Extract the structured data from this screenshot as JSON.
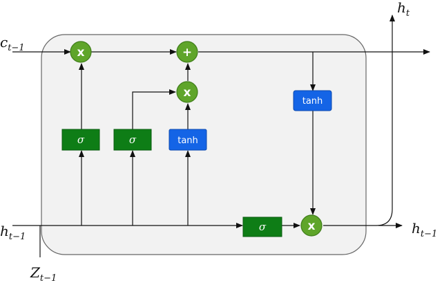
{
  "inputs": {
    "c_prev": {
      "base": "c",
      "sub": "t−1"
    },
    "h_prev": {
      "base": "h",
      "sub": "t−1"
    },
    "z_prev": {
      "base": "Z",
      "sub": "t−1"
    }
  },
  "outputs": {
    "h_top": {
      "base": "h",
      "sub": "t"
    },
    "h_right": {
      "base": "h",
      "sub": "t−1"
    }
  },
  "ops": {
    "mul_forget": "x",
    "add_cell": "+",
    "mul_input": "x",
    "mul_output": "x"
  },
  "gates": {
    "forget": "σ",
    "input": "σ",
    "candidate": "tanh",
    "cell_tanh": "tanh",
    "output": "σ"
  },
  "colors": {
    "op_green": "#5fa52a",
    "gate_green": "#0e7d16",
    "gate_blue": "#1464e6",
    "cell_box": "#f2f2f2"
  }
}
